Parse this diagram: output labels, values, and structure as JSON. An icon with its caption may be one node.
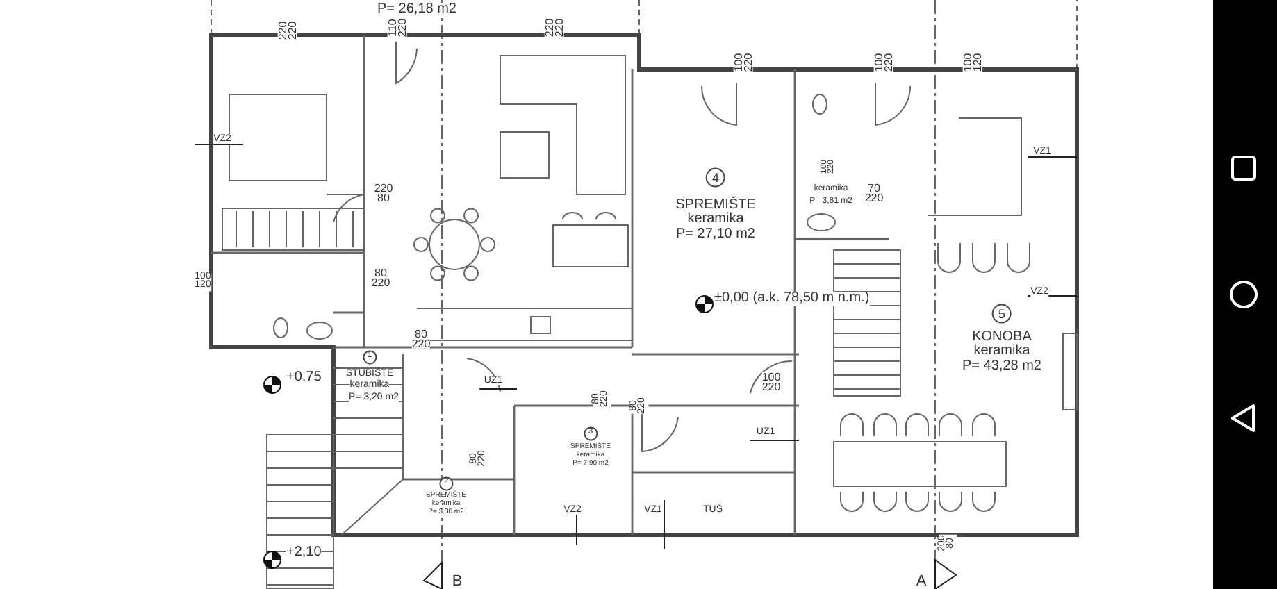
{
  "diagram": {
    "labels": [
      "P= 26,18 m2",
      "220 220",
      "110 220",
      "220 220",
      "100 220",
      "100 220",
      "100 120",
      "VZ2",
      "VZ1",
      "220 80",
      "4",
      "SPREMIŠTE",
      "keramika",
      "P= 27,10 m2",
      "100 220",
      "keramika",
      "P= 3,81 m2",
      "70 220",
      "100 120",
      "80 220",
      "VZ2",
      "±0,00 (a.k. 78,50 m n.m.)",
      "5",
      "KONOBA",
      "keramika",
      "P= 43,28 m2",
      "80 220",
      "+0,75",
      "1",
      "STUBIŠTE",
      "keramika",
      "P= 3,20 m2",
      "UZ1",
      "100 220",
      "80 220",
      "80 220",
      "3",
      "SPREMIŠTE",
      "keramika",
      "P= 7,90 m2",
      "80 220",
      "UZ1",
      "2",
      "SPREMIŠTE",
      "keramika",
      "P= 3,30 m2",
      "VZ2",
      "VZ1",
      "TUŠ",
      "+2,10",
      "B",
      "A",
      "200 80"
    ]
  }
}
